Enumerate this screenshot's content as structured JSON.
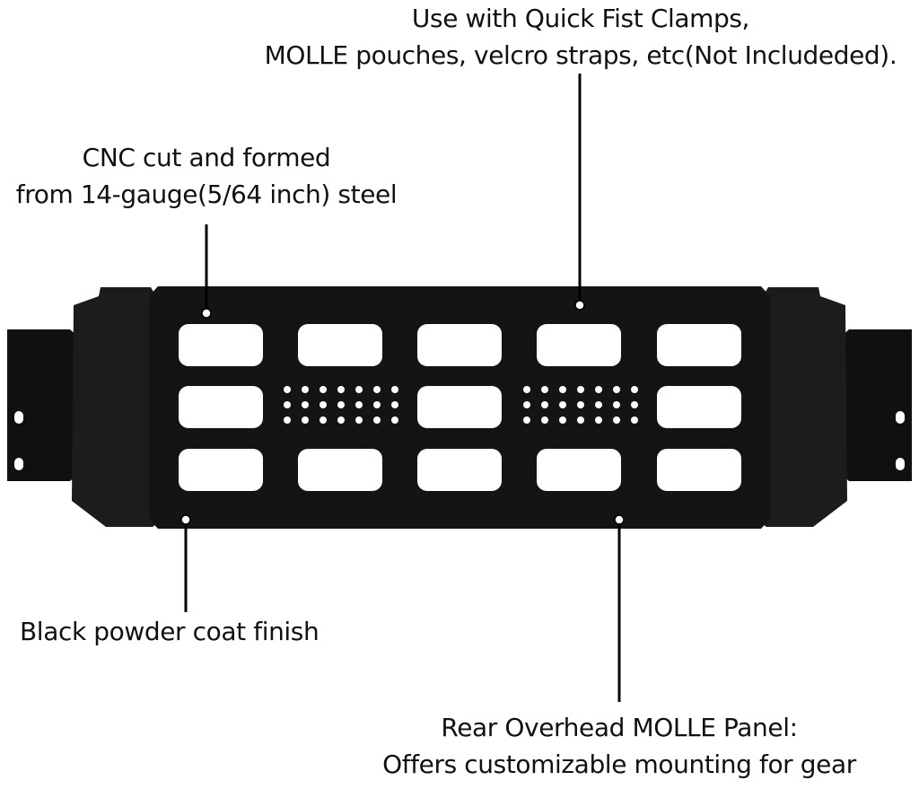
{
  "callouts": {
    "clamps": {
      "line1": "Use with Quick Fist Clamps,",
      "line2": "MOLLE pouches, velcro straps, etc(Not Includeded)."
    },
    "cnc": {
      "line1": "CNC cut and formed",
      "line2": "from 14-gauge(5/64 inch) steel"
    },
    "finish": {
      "line1": "Black powder coat finish"
    },
    "panel": {
      "line1": "Rear Overhead MOLLE Panel:",
      "line2": "Offers customizable mounting for gear"
    }
  },
  "colors": {
    "panel": "#141414",
    "panel_edge": "#2a2a2a",
    "leader": "#000000",
    "background": "#ffffff"
  }
}
